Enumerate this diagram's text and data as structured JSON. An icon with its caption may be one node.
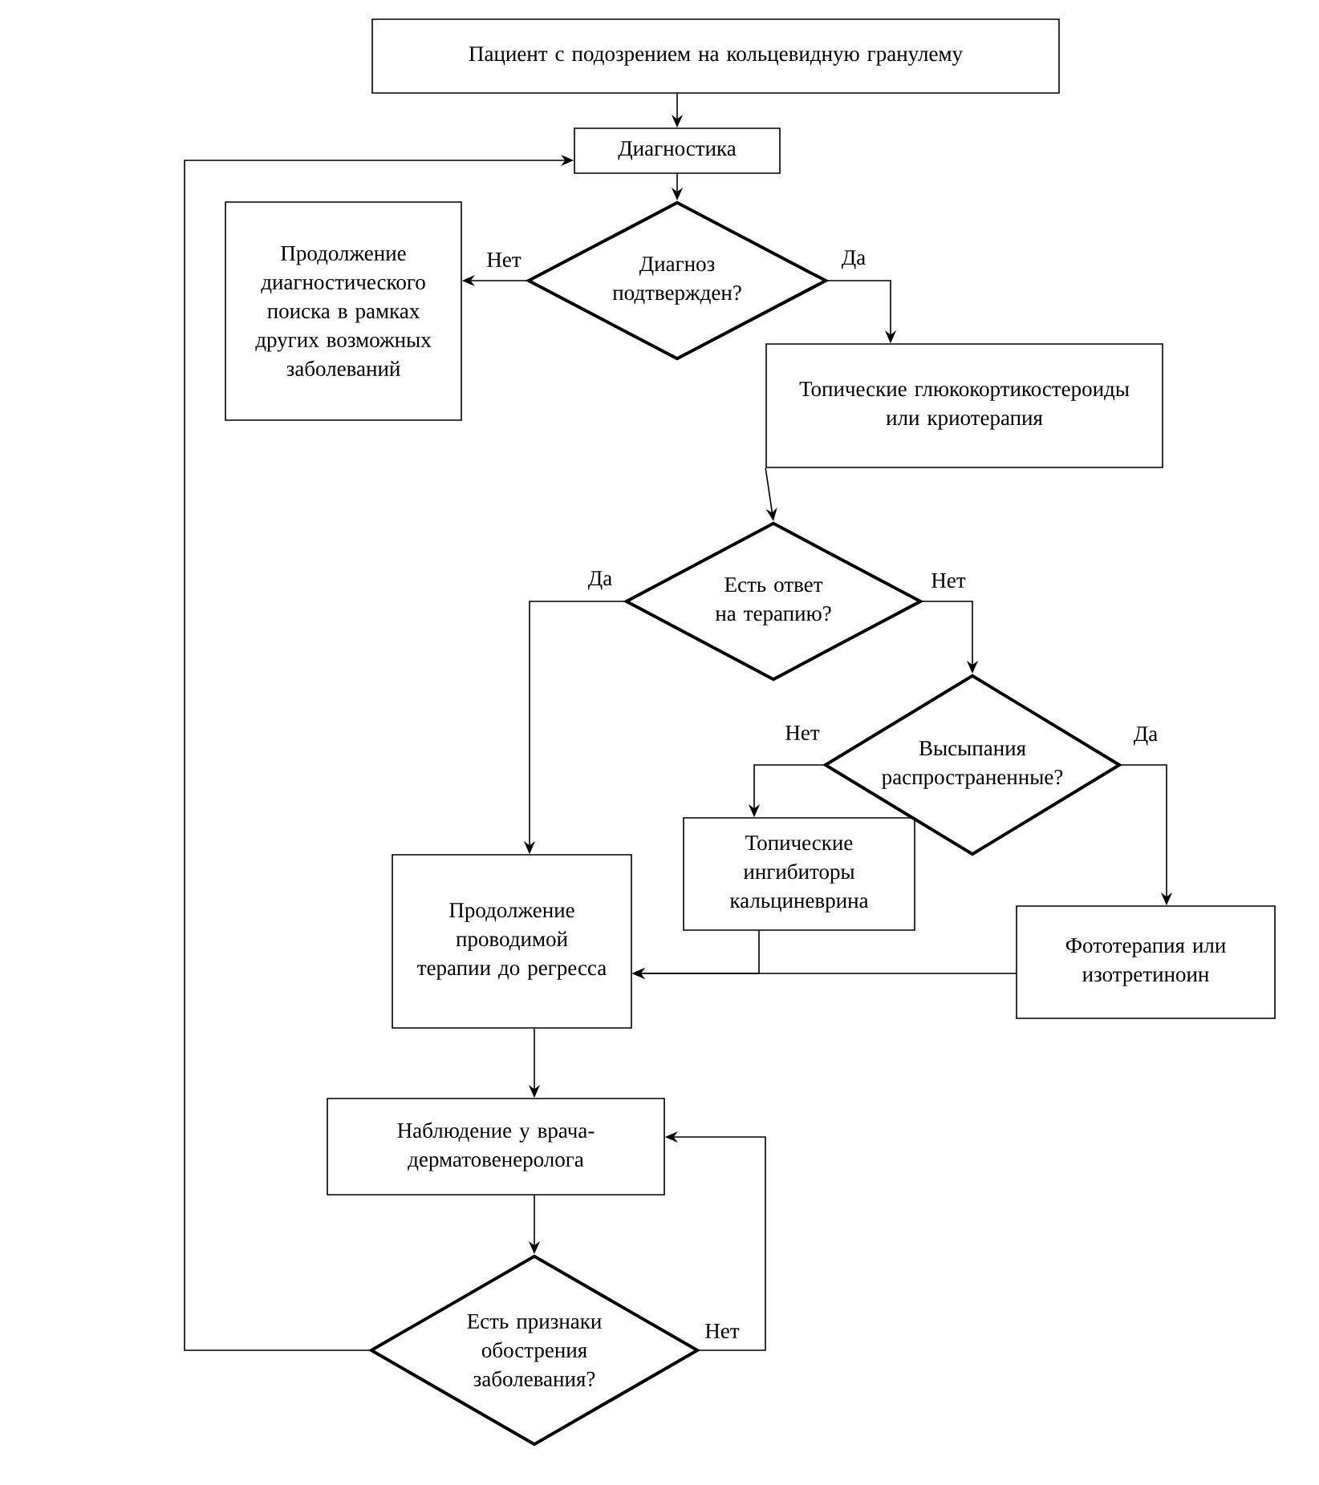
{
  "diagram": {
    "nodes": [
      {
        "text": [
          "Пациент с подозрением на кольцевидную гранулему"
        ]
      },
      {
        "text": [
          "Диагностика"
        ]
      },
      {
        "text": [
          "Диагноз подтвержден?"
        ]
      },
      {
        "text": [
          "Продолжение диагностического поиска в рамках других возможных заболеваний"
        ]
      },
      {
        "text": [
          "Топические глюкокортикостероиды или криотерапия"
        ]
      },
      {
        "text": [
          "Есть ответ на терапию?"
        ]
      },
      {
        "text": [
          "Высыпания распространенные?"
        ]
      },
      {
        "text": [
          "Топические ингибиторы кальциневрина"
        ]
      },
      {
        "text": [
          "Фототерапия или изотретиноин"
        ]
      },
      {
        "text": [
          "Продолжение проводимой терапии до регресса"
        ]
      },
      {
        "text": [
          "Наблюдение у врача-дерматовенеролога"
        ]
      },
      {
        "text": [
          "Есть признаки обострения заболевания?"
        ]
      }
    ],
    "edges": [
      {
        "from": 0,
        "to": 1,
        "arrow": "to"
      },
      {
        "from": 1,
        "to": 2,
        "arrow": "to"
      },
      {
        "from": 2,
        "to": 3,
        "arrow": "to",
        "label": "Нет"
      },
      {
        "from": 2,
        "to": 4,
        "arrow": "to",
        "label": "Да"
      },
      {
        "from": 4,
        "to": 5,
        "arrow": "to"
      },
      {
        "from": 5,
        "to": 9,
        "arrow": "to",
        "label": "Да"
      },
      {
        "from": 5,
        "to": 6,
        "arrow": "to",
        "label": "Нет"
      },
      {
        "from": 6,
        "to": 7,
        "arrow": "to",
        "label": "Нет"
      },
      {
        "from": 6,
        "to": 8,
        "arrow": "to",
        "label": "Да"
      },
      {
        "from": 7,
        "to": 9,
        "arrow": "to"
      },
      {
        "from": 8,
        "to": 9,
        "arrow": "to"
      },
      {
        "from": 9,
        "to": 10,
        "arrow": "to"
      },
      {
        "from": 10,
        "to": 11,
        "arrow": "to"
      },
      {
        "from": 11,
        "to": 1,
        "arrow": "to"
      },
      {
        "from": 11,
        "to": 10,
        "arrow": "to",
        "label": "Нет"
      }
    ]
  }
}
